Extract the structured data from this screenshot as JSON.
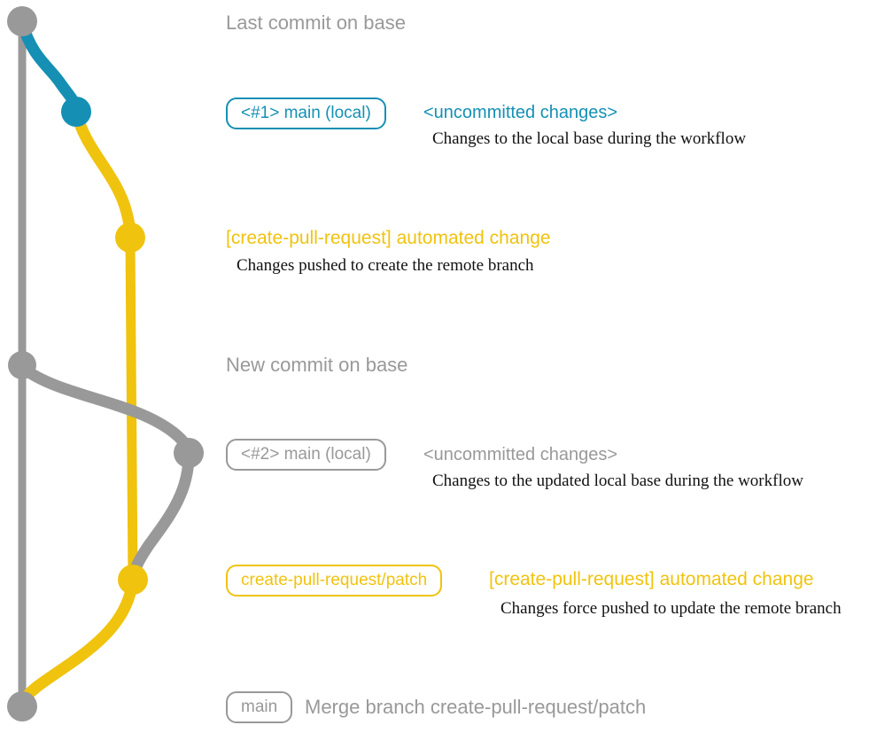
{
  "colors": {
    "gray": "#999999",
    "blue": "#1590b4",
    "yellow": "#f0c30e"
  },
  "graph": {
    "nodes": [
      {
        "name": "last-commit-on-base",
        "color": "gray"
      },
      {
        "name": "main-local-commit-1",
        "color": "blue"
      },
      {
        "name": "create-pull-request-commit-1",
        "color": "yellow"
      },
      {
        "name": "new-commit-on-base",
        "color": "gray"
      },
      {
        "name": "main-local-commit-2",
        "color": "gray"
      },
      {
        "name": "create-pull-request-commit-2",
        "color": "yellow"
      },
      {
        "name": "merge-commit",
        "color": "gray"
      }
    ]
  },
  "labels": {
    "last_commit_on_base": "Last commit on base",
    "badge_main_local_1": "<#1> main (local)",
    "uncommitted_changes_1": "<uncommitted changes>",
    "uncommitted_desc_1": "Changes to the local base during the workflow",
    "automated_change_1": "[create-pull-request] automated change",
    "automated_desc_1": "Changes pushed to create the remote branch",
    "new_commit_on_base": "New commit on base",
    "badge_main_local_2": "<#2> main (local)",
    "uncommitted_changes_2": "<uncommitted changes>",
    "uncommitted_desc_2": "Changes to the updated local base during the workflow",
    "badge_create_pull_request_patch": "create-pull-request/patch",
    "automated_change_2": "[create-pull-request] automated change",
    "automated_desc_2": "Changes force pushed to update the remote branch",
    "badge_main": "main",
    "merge_message": "Merge branch create-pull-request/patch"
  }
}
